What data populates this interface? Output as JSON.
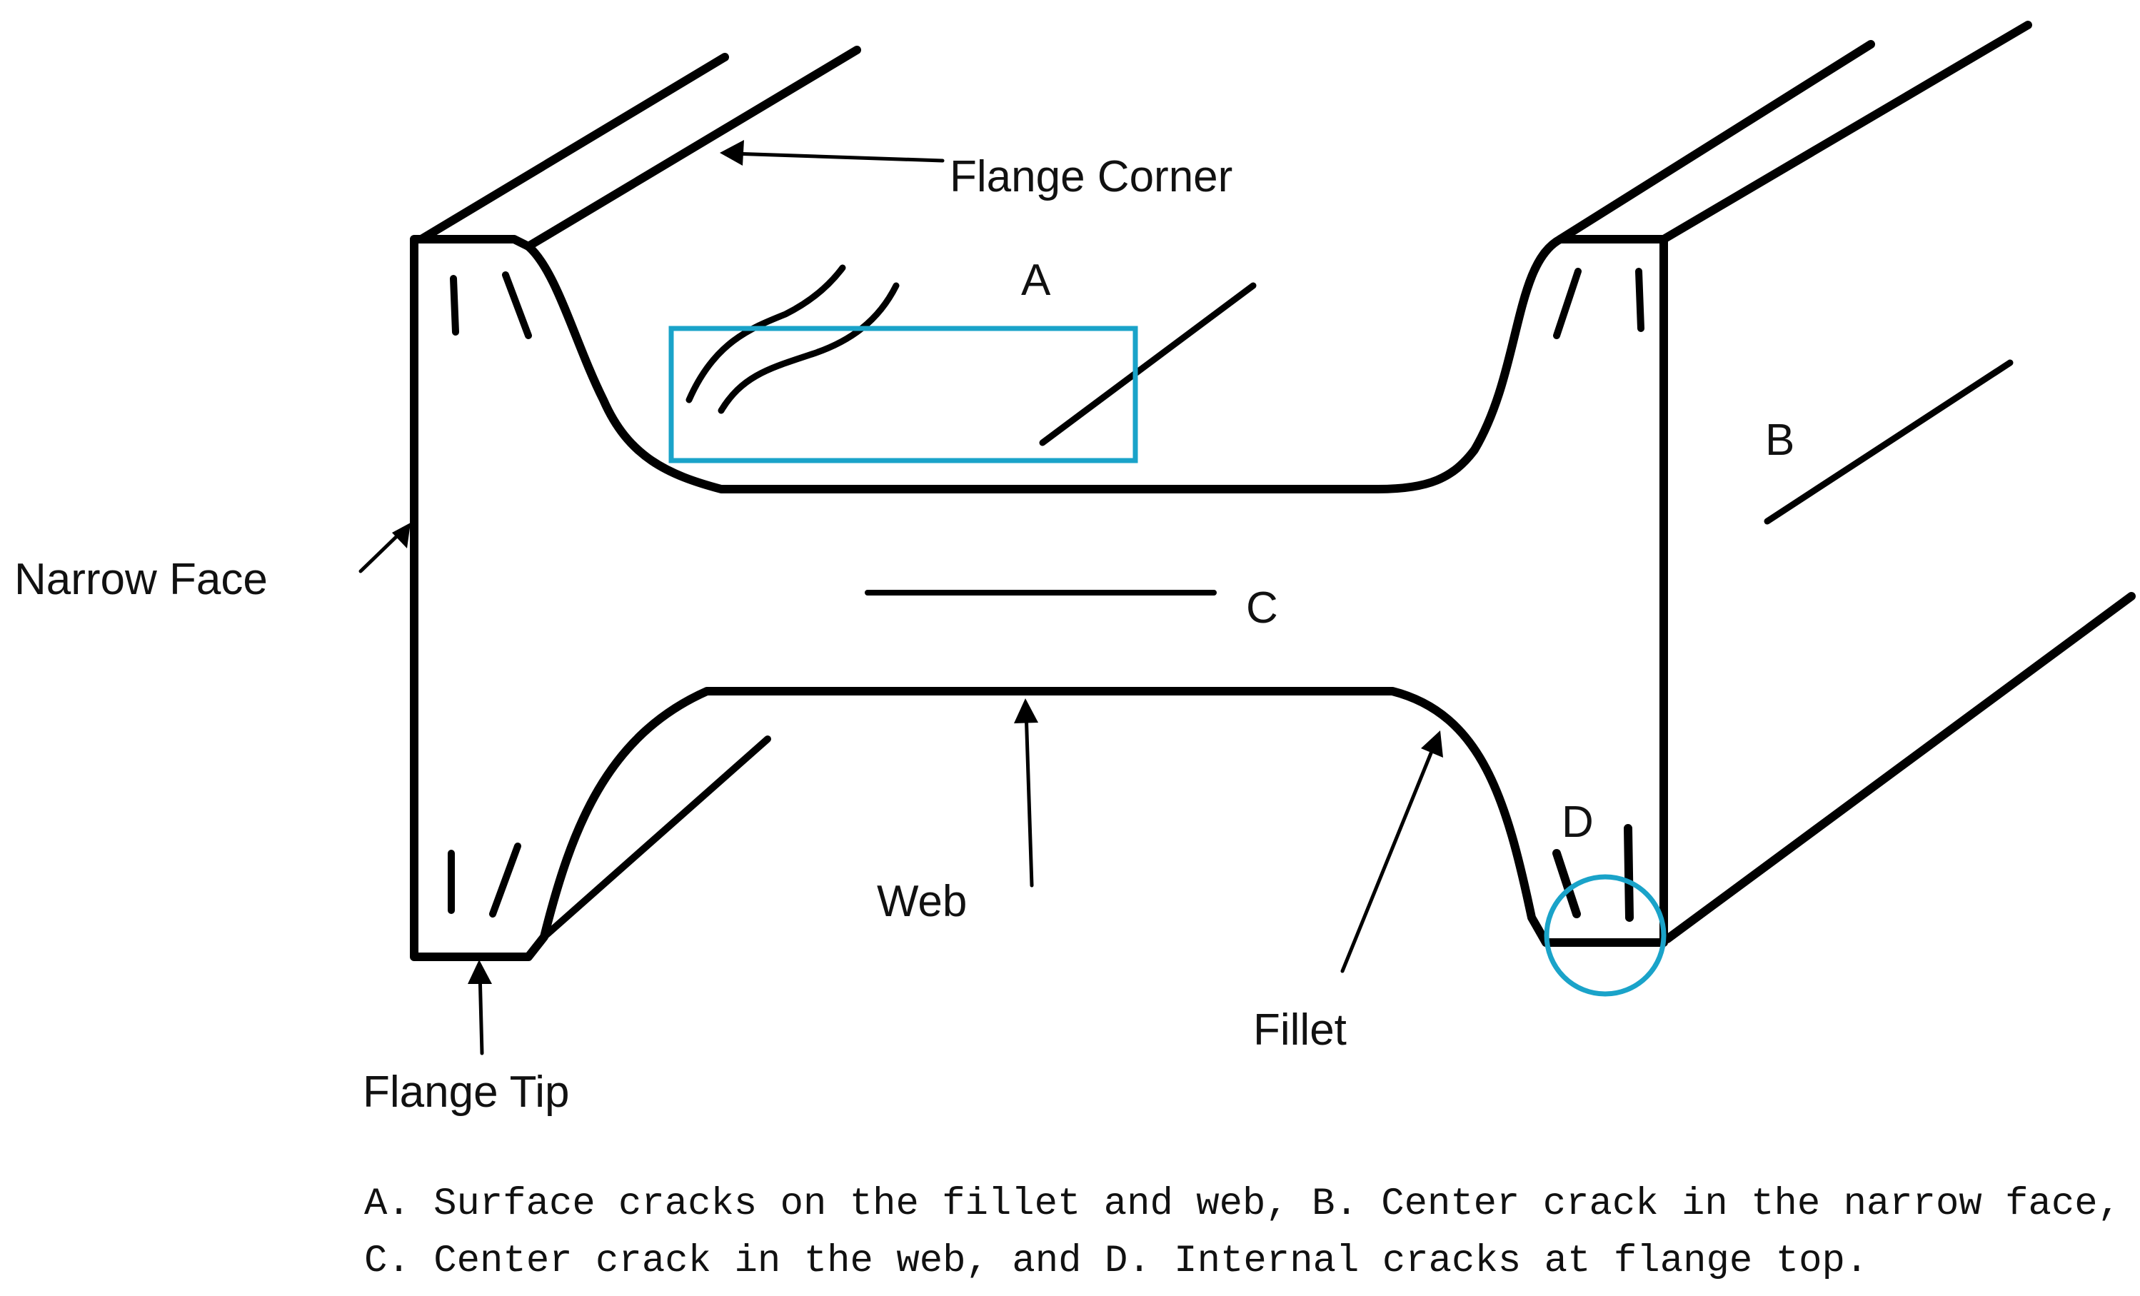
{
  "labels": {
    "flange_corner": "Flange Corner",
    "narrow_face": "Narrow Face",
    "web": "Web",
    "fillet": "Fillet",
    "flange_tip": "Flange Tip",
    "a": "A",
    "b": "B",
    "c": "C",
    "d": "D"
  },
  "caption": {
    "line1": "A.  Surface cracks on the fillet and web, B.  Center crack in the narrow face,",
    "line2": "C.  Center crack in the web, and D.  Internal cracks at flange top."
  },
  "colors": {
    "outline": "#000000",
    "highlight": "#1aa3c9"
  }
}
